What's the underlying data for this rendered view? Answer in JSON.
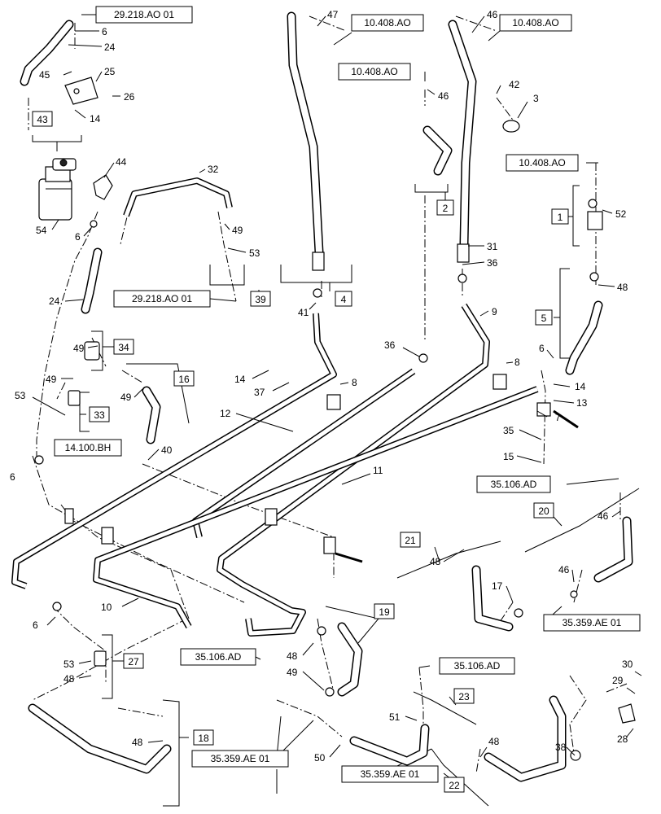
{
  "refs": {
    "r1": "29.218.AO 01",
    "r2": "10.408.AO",
    "r3": "10.408.AO",
    "r4": "10.408.AO",
    "r5": "10.408.AO",
    "r6": "29.218.AO 01",
    "r7": "14.100.BH",
    "r8": "35.106.AD",
    "r9": "35.106.AD",
    "r10": "35.359.AE 01",
    "r11": "35.106.AD",
    "r12": "35.359.AE 01",
    "r13": "35.359.AE 01"
  },
  "boxes": {
    "b43": "43",
    "b2": "2",
    "b1": "1",
    "b39": "39",
    "b4": "4",
    "b5": "5",
    "b34": "34",
    "b16": "16",
    "b33": "33",
    "b20": "20",
    "b21": "21",
    "b19": "19",
    "b27": "27",
    "b23": "23",
    "b18": "18",
    "b22": "22"
  },
  "callouts": {
    "c6a": "6",
    "c24a": "24",
    "c45": "45",
    "c25": "25",
    "c26": "26",
    "c14a": "14",
    "c44": "44",
    "c54": "54",
    "c6b": "6",
    "c47": "47",
    "c46a": "46",
    "c46b": "46",
    "c42": "42",
    "c3": "3",
    "c32": "32",
    "c49a": "49",
    "c53a": "53",
    "c52": "52",
    "c31": "31",
    "c36a": "36",
    "c48a": "48",
    "c41": "41",
    "c24b": "24",
    "c9": "9",
    "c49b": "49",
    "c36b": "36",
    "c6c": "6",
    "c8a": "8",
    "c14b": "14",
    "c37": "37",
    "c8b": "8",
    "c14c": "14",
    "c13": "13",
    "c7": "7",
    "c49c": "49",
    "c49d": "49",
    "c53b": "53",
    "c12": "12",
    "c35": "35",
    "c40": "40",
    "c15": "15",
    "c6d": "6",
    "c11": "11",
    "c46c": "46",
    "c48b": "48",
    "c46d": "46",
    "c17": "17",
    "c10": "10",
    "c6e": "6",
    "c53c": "53",
    "c48c": "48",
    "c48d": "48",
    "c49e": "49",
    "c30": "30",
    "c29": "29",
    "c51": "51",
    "c28": "28",
    "c48e": "48",
    "c50": "50",
    "c48f": "48",
    "c38": "38"
  }
}
